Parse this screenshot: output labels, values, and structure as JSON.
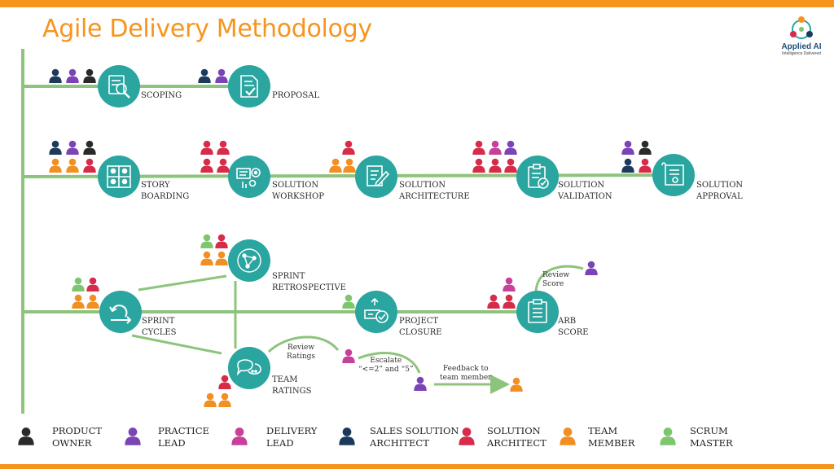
{
  "title": "Agile Delivery Methodology",
  "logo": {
    "name": "Applied AI",
    "tagline": "Intelligence Delivered"
  },
  "colors": {
    "accent": "#f7941d",
    "line": "#8dc47c",
    "circle": "#2aa5a0",
    "product_owner": "#2a2a2a",
    "practice_lead": "#7a43b6",
    "delivery_lead": "#c7409a",
    "sales_solution_architect": "#1b3a5c",
    "solution_architect": "#d72b4a",
    "team_member": "#f28f22",
    "scrum_master": "#7dc66e"
  },
  "steps": {
    "scoping": {
      "line1": "SCOPING",
      "line2": "",
      "icon": "document-search-icon"
    },
    "proposal": {
      "line1": "PROPOSAL",
      "line2": "",
      "icon": "document-check-icon"
    },
    "story_boarding": {
      "line1": "STORY",
      "line2": "BOARDING",
      "icon": "storyboard-icon"
    },
    "solution_workshop": {
      "line1": "SOLUTION",
      "line2": "WORKSHOP",
      "icon": "workshop-gears-icon"
    },
    "solution_architecture": {
      "line1": "SOLUTION",
      "line2": "ARCHITECTURE",
      "icon": "edit-document-icon"
    },
    "solution_validation": {
      "line1": "SOLUTION",
      "line2": "VALIDATION",
      "icon": "clipboard-check-icon"
    },
    "solution_approval": {
      "line1": "SOLUTION",
      "line2": "APPROVAL",
      "icon": "certificate-icon"
    },
    "sprint_retrospective": {
      "line1": "SPRINT",
      "line2": "RETROSPECTIVE",
      "icon": "network-icon"
    },
    "sprint_cycles": {
      "line1": "SPRINT",
      "line2": "CYCLES",
      "icon": "cycle-arrow-icon"
    },
    "project_closure": {
      "line1": "PROJECT",
      "line2": "CLOSURE",
      "icon": "closure-check-icon"
    },
    "arb_score": {
      "line1": "ARB",
      "line2": "SCORE",
      "icon": "clipboard-list-icon"
    },
    "team_ratings": {
      "line1": "TEAM",
      "line2": "RATINGS",
      "icon": "chat-bubbles-icon"
    }
  },
  "annotations": {
    "review_score": {
      "line1": "Review",
      "line2": "Score"
    },
    "review_ratings": {
      "line1": "Review",
      "line2": "Ratings"
    },
    "escalate": {
      "line1": "Escalate",
      "line2": "“<=2” and “5”"
    },
    "feedback": {
      "line1": "Feedback to",
      "line2": "team member"
    }
  },
  "legend": [
    {
      "key": "product_owner",
      "line1": "PRODUCT",
      "line2": "OWNER"
    },
    {
      "key": "practice_lead",
      "line1": "PRACTICE",
      "line2": "LEAD"
    },
    {
      "key": "delivery_lead",
      "line1": "DELIVERY",
      "line2": "LEAD"
    },
    {
      "key": "sales_solution_architect",
      "line1": "SALES SOLUTION",
      "line2": "ARCHITECT"
    },
    {
      "key": "solution_architect",
      "line1": "SOLUTION",
      "line2": "ARCHITECT"
    },
    {
      "key": "team_member",
      "line1": "TEAM",
      "line2": "MEMBER"
    },
    {
      "key": "scrum_master",
      "line1": "SCRUM",
      "line2": "MASTER"
    }
  ]
}
